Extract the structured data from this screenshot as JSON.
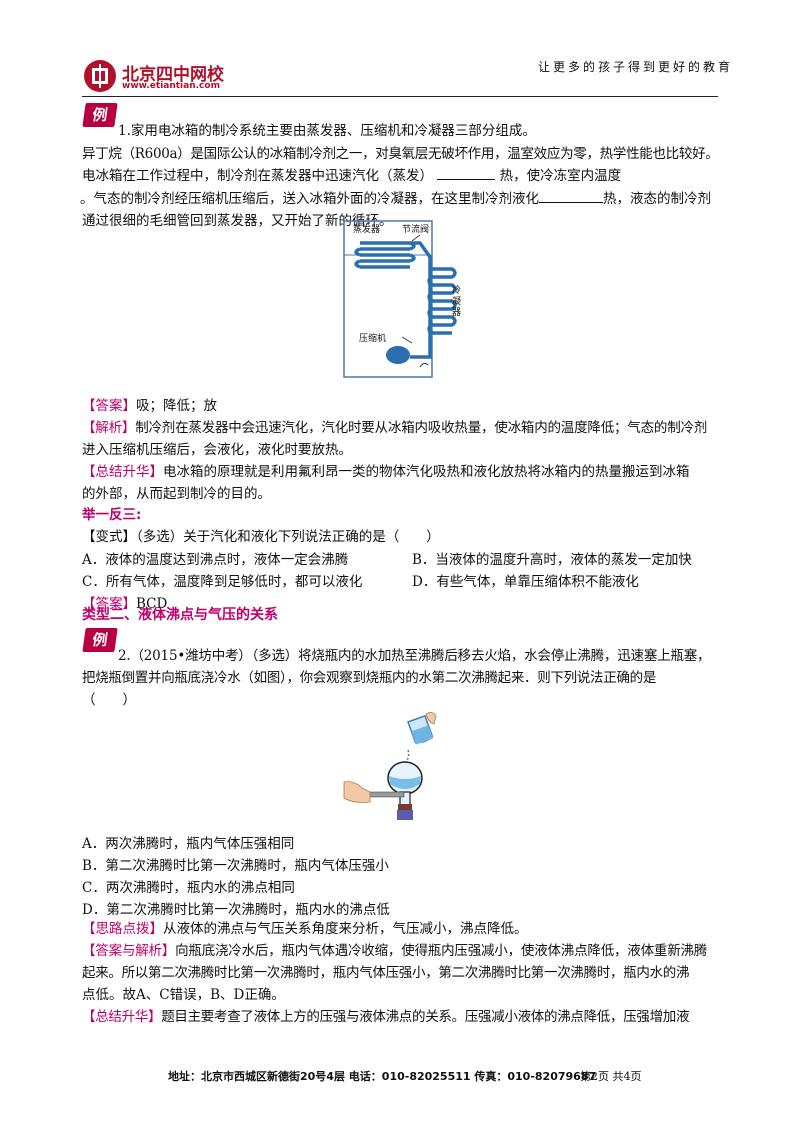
{
  "header": {
    "logo_text": "北京四中网校",
    "logo_url": "www.etiantian.com",
    "slogan": "让更多的孩子得到更好的教育"
  },
  "example1": {
    "badge": "例",
    "q": "1.家用电冰箱的制冷系统主要由蒸发器、压缩机和冷凝器三部分组成。",
    "p1": "异丁烷（R600a）是国际公认的冰箱制冷剂之一，对臭氧层无破坏作用，温室效应为零，热学性能也比较好。",
    "p2a": "电冰箱在工作过程中，制冷剂在蒸发器中迅速汽化（蒸发）",
    "p2b": "热，使冷冻室内温度",
    "p3a": "。气态的制冷剂经压缩机压缩后，送入冰箱外面的冷凝器，在这里制冷剂液化",
    "p3b": "热，液态的制冷剂",
    "p4": "通过很细的毛细管回到蒸发器，又开始了新的循环。",
    "fig_labels": {
      "evap": "蒸发器",
      "valve": "节流阀",
      "cond": "冷凝器",
      "comp": "压缩机"
    },
    "answer_tag": "【答案】",
    "answer": "吸；降低；放",
    "analysis_tag": "【解析】",
    "analysis1": "制冷剂在蒸发器中会迅速汽化，汽化时要从冰箱内吸收热量，使冰箱内的温度降低；气态的制冷剂",
    "analysis2": "进入压缩机压缩后，会液化，液化时要放热。",
    "summary_tag": "【总结升华】",
    "summary1": "电冰箱的原理就是利用氟利昂一类的物体汽化吸热和液化放热将冰箱内的热量搬运到冰箱",
    "summary2": "的外部，从而起到制冷的目的。"
  },
  "practice": {
    "heading": "举一反三:",
    "q": "【变式】（多选）关于汽化和液化下列说法正确的是（　　）",
    "optA": "A．液体的温度达到沸点时，液体一定会沸腾",
    "optB": "B．当液体的温度升高时，液体的蒸发一定加快",
    "optC": "C．所有气体，温度降到足够低时，都可以液化",
    "optD": "D．有些气体，单靠压缩体积不能液化",
    "answer_tag": "【答案】",
    "answer": "BCD"
  },
  "section2": {
    "title": "类型二、液体沸点与气压的关系"
  },
  "example2": {
    "badge": "例",
    "q1": "2.（2015•潍坊中考）（多选）将烧瓶内的水加热至沸腾后移去火焰，水会停止沸腾，迅速塞上瓶塞，",
    "q2": "把烧瓶倒置并向瓶底浇冷水（如图），你会观察到烧瓶内的水第二次沸腾起来．则下列说法正确的是",
    "q3": "（　　）",
    "optA": "A．两次沸腾时，瓶内气体压强相同",
    "optB": "B．第二次沸腾时比第一次沸腾时，瓶内气体压强小",
    "optC": "C．两次沸腾时，瓶内水的沸点相同",
    "optD": "D．第二次沸腾时比第一次沸腾时，瓶内水的沸点低",
    "hint_tag": "【思路点拨】",
    "hint": "从液体的沸点与气压关系角度来分析，气压减小，沸点降低。",
    "ans_tag": "【答案与解析】",
    "ans1": "向瓶底浇冷水后，瓶内气体遇冷收缩，使得瓶内压强减小，使液体沸点降低，液体重新沸腾",
    "ans2": "起来。所以第二次沸腾时比第一次沸腾时，瓶内气体压强小，第二次沸腾时比第一次沸腾时，瓶内水的沸",
    "ans3": "点低。故A、C错误，B、D正确。",
    "summary_tag": "【总结升华】",
    "summary": "题目主要考查了液体上方的压强与液体沸点的关系。压强减小液体的沸点降低，压强增加液"
  },
  "footer": {
    "address": "地址：北京市西城区新德街20号4层  电话：010-82025511  传真：010-82079687",
    "page": "第2页  共4页"
  }
}
